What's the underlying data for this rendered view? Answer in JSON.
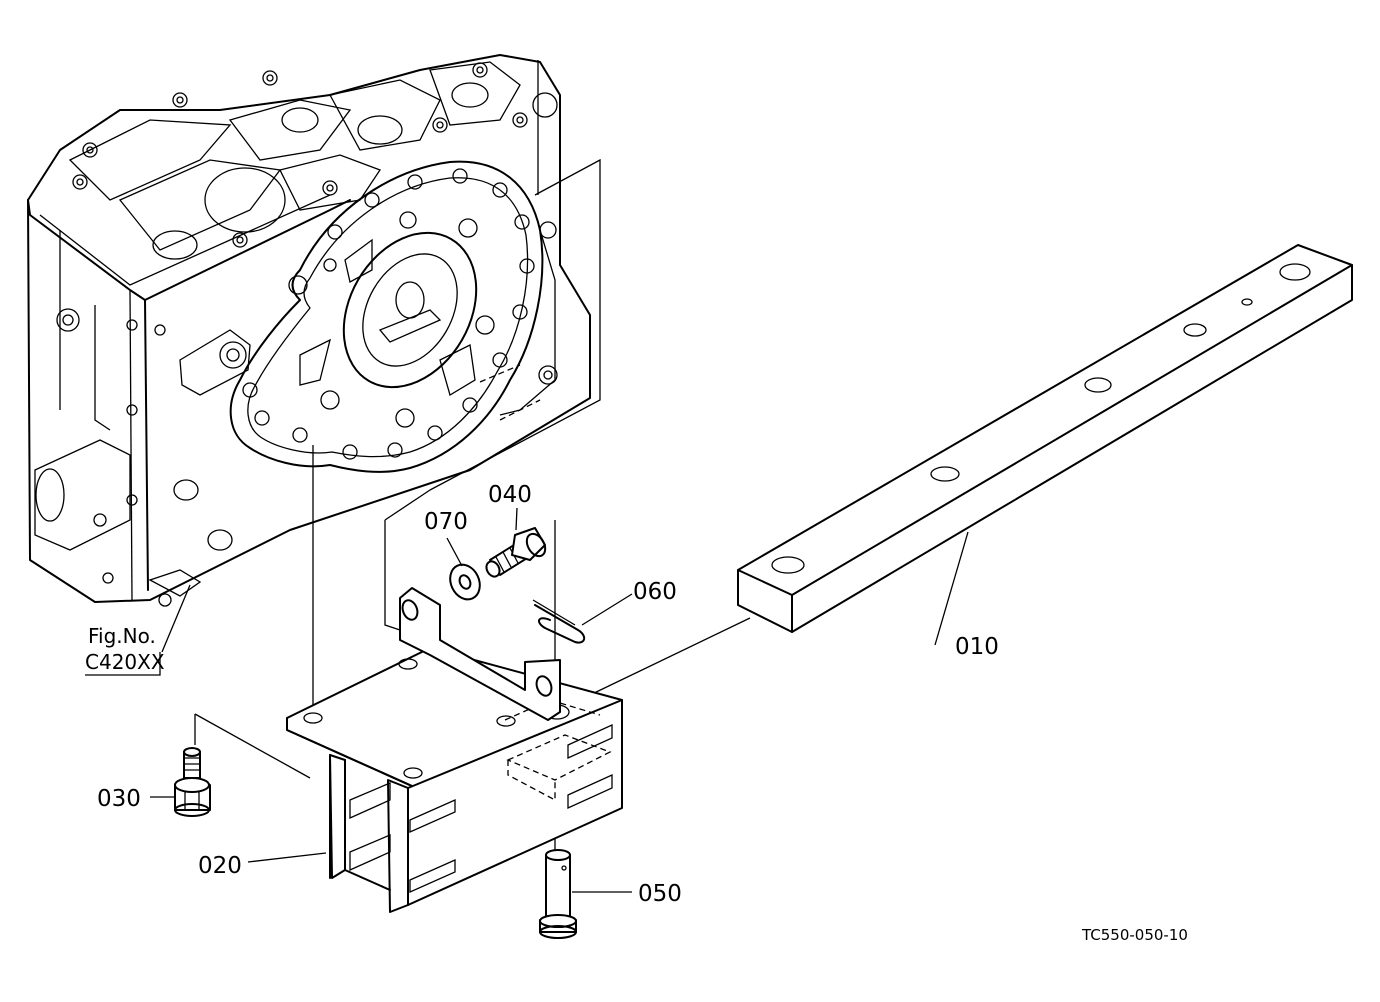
{
  "labels": {
    "p010": "010",
    "p020": "020",
    "p030": "030",
    "p040": "040",
    "p050": "050",
    "p060": "060",
    "p070": "070"
  },
  "figure_ref": {
    "line1": "Fig.No.",
    "line2": "C420XX"
  },
  "drawing_code": "TC550-050-10"
}
